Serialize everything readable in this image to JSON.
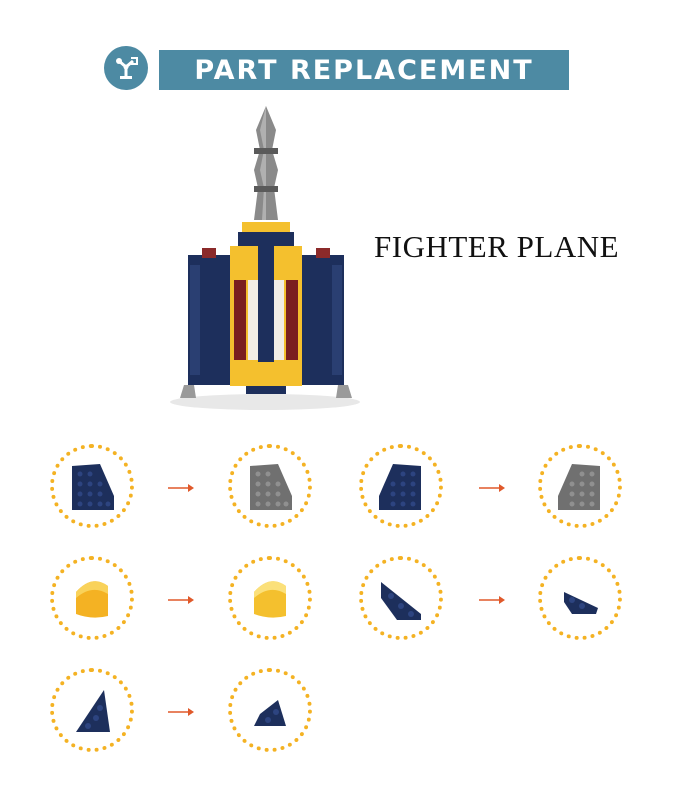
{
  "header": {
    "title": "PART REPLACEMENT",
    "icon": "robot-arm-icon",
    "color": "#4d8aa3"
  },
  "model": {
    "title": "FIGHTER PLANE"
  },
  "colors": {
    "ring": "#f4b223",
    "arrow": "#e0592a",
    "navy": "#1d2f5c",
    "gray": "#707070",
    "yellow": "#f4c02e"
  },
  "replacements": [
    {
      "from": "navy-wedge-plate",
      "to": "gray-wedge-plate"
    },
    {
      "from": "navy-wedge-plate-left",
      "to": "gray-wedge-plate-left"
    },
    {
      "from": "yellow-curved-slope",
      "to": "yellow-curved-slope-lighter"
    },
    {
      "from": "navy-wedge-plate-2x3-right",
      "to": "navy-wedge-plate-2x2-right"
    },
    {
      "from": "navy-wedge-plate-2x3-left",
      "to": "navy-wedge-plate-2x2-left"
    }
  ]
}
